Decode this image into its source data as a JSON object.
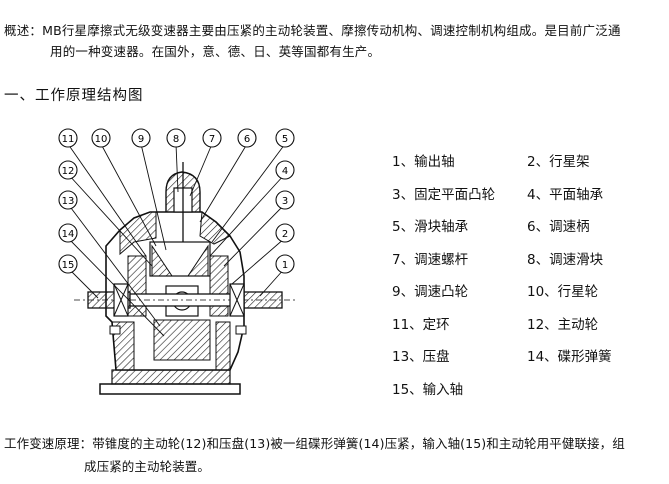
{
  "intro": {
    "line1": "概述：MB行星摩擦式无级变速器主要由压紧的主动轮装置、摩擦传动机构、调速控制机构组成。是目前广泛通",
    "line2": "用的一种变速器。在国外，意、德、日、英等国都有生产。"
  },
  "section_title": "一、工作原理结构图",
  "diagram": {
    "callouts": [
      "11",
      "10",
      "9",
      "8",
      "7",
      "6",
      "5",
      "4",
      "3",
      "2",
      "1",
      "12",
      "13",
      "14",
      "15"
    ]
  },
  "parts": [
    [
      "1、输出轴",
      "2、行星架"
    ],
    [
      "3、固定平面凸轮",
      "4、平面轴承"
    ],
    [
      "5、滑块轴承",
      "6、调速柄"
    ],
    [
      "7、调速螺杆",
      "8、调速滑块"
    ],
    [
      "9、调速凸轮",
      "10、行星轮"
    ],
    [
      "11、定环",
      "12、主动轮"
    ],
    [
      "13、压盘",
      "14、碟形弹簧"
    ],
    [
      "15、输入轴",
      ""
    ]
  ],
  "principle": {
    "line1": "工作变速原理：带锥度的主动轮(12)和压盘(13)被一组碟形弹簧(14)压紧，输入轴(15)和主动轮用平健联接，组",
    "line2": "成压紧的主动轮装置。"
  }
}
